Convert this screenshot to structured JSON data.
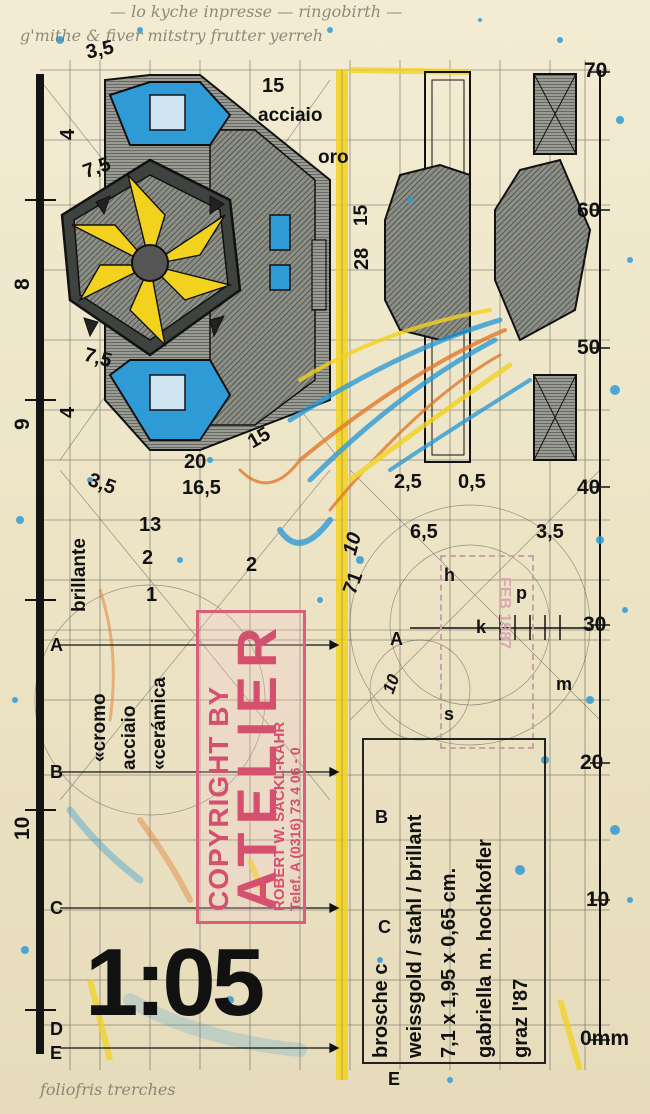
{
  "sheet": {
    "handwriting": {
      "top_line_1": "— lo kyche inpresse — ringobirth —",
      "top_line_2": "g'mithe & fiver mitstry frutter yerreh",
      "bottom_line": "foliofris trerches"
    },
    "right_ruler": [
      "70",
      "60",
      "50",
      "40",
      "30",
      "20",
      "10",
      "0mm"
    ],
    "left_ruler": [
      "8",
      "9",
      "10"
    ],
    "section_letters": [
      "A",
      "B",
      "C",
      "D",
      "E"
    ],
    "right_section_letters": [
      "A",
      "B",
      "C",
      "E"
    ],
    "dimensions": {
      "d_3_5_top": "3,5",
      "d_4_top": "4",
      "d_15_top": "15",
      "d_7_5_top": "7,5",
      "d_7_5_mid": "7,5",
      "d_4_mid": "4",
      "d_20": "20",
      "d_16_5": "16,5",
      "d_15_mid": "15",
      "d_3_5_mid": "3,5",
      "d_28": "28",
      "d_15_side": "15",
      "d_2_5": "2,5",
      "d_0_5": "0,5",
      "d_6_5": "6,5",
      "d_3_5_right": "3,5",
      "d_13": "13",
      "d_2": "2",
      "d_1": "1",
      "d_2_center": "2",
      "d_10_yellow": "10",
      "d_71": "71",
      "d_10_circle": "10"
    },
    "geometry_letters": {
      "h": "h",
      "k": "k",
      "p": "p",
      "m": "m",
      "s": "s"
    },
    "materials": {
      "acciaio_top": "acciaio",
      "oro": "oro",
      "brillante": "brillante",
      "cromo": "«cromo",
      "acciaio_side": "acciaio",
      "ceramica": "«cerámica"
    },
    "stamp": {
      "line1": "COPYRIGHT BY",
      "line2": "ATELIER",
      "line3": "ROBERT W. SACKL-KAHR",
      "line4": "Telef. A (0316) 73 4 06 - 0"
    },
    "faint_stamp_text": "FEB 1987",
    "scale": "1:05",
    "info": {
      "line1": "brosche  c",
      "line2": "weissgold / stahl / brillant",
      "line3": "7,1 x 1,95 x 0,65 cm.",
      "line4": "gabriella m. hochkofler",
      "line5": "graz  l'87"
    },
    "colors": {
      "paper": "#efe7c9",
      "ink": "#111111",
      "yellow": "#f2d21e",
      "blue": "#2f9bd6",
      "stamp_pink": "#d8607a",
      "orange": "#e0782a"
    }
  }
}
